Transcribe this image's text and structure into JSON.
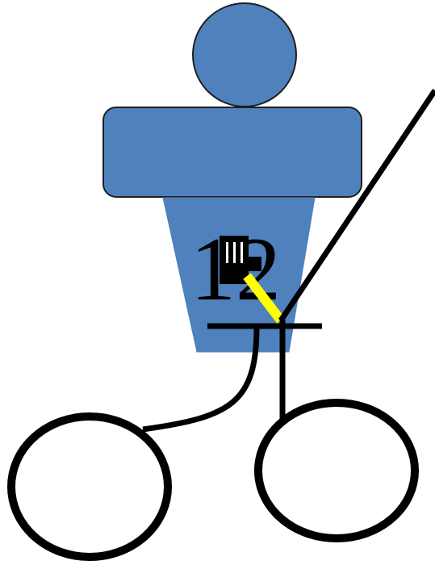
{
  "figure": {
    "number_label": "12",
    "colors": {
      "body": "#4f81bd",
      "body_outline": "#1f1f1f",
      "frame": "#000000",
      "strap": "#ffff00",
      "background": "#ffffff"
    },
    "shapes": [
      "head-circle",
      "shoulders-rounded-rect",
      "torso-trapezoid",
      "handle-line",
      "seat-bar",
      "seat-post",
      "curved-cable",
      "left-wheel",
      "right-wheel",
      "yellow-strap",
      "black-glyph-blob"
    ]
  }
}
